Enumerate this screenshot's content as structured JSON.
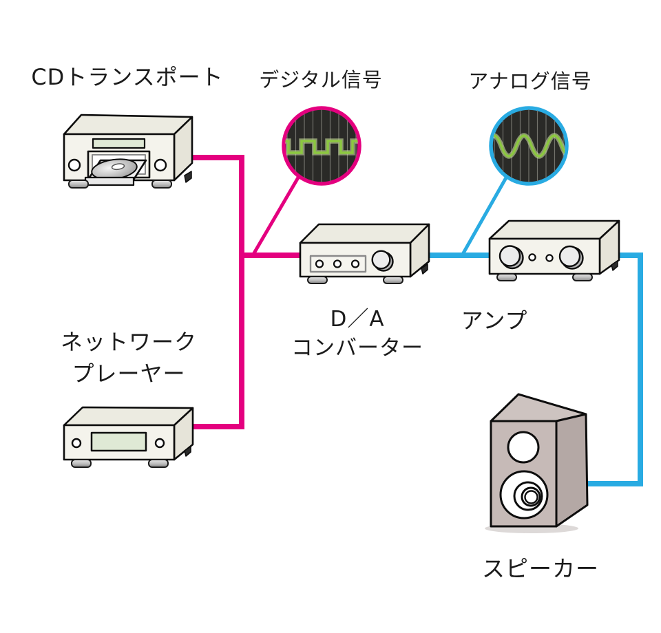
{
  "labels": {
    "cd_transport": "CDトランスポート",
    "digital_signal": "デジタル信号",
    "analog_signal": "アナログ信号",
    "da_converter_line1": "D／A",
    "da_converter_line2": "コンバーター",
    "amplifier": "アンプ",
    "network_player_line1": "ネットワーク",
    "network_player_line2": "プレーヤー",
    "speaker": "スピーカー"
  },
  "waveforms": {
    "digital": "square",
    "analog": "sine"
  },
  "colors": {
    "digital_path": "#e4007f",
    "analog_path": "#29abe2",
    "waveform_green": "#8cc840",
    "scope_background": "#2a2a27",
    "device_body": "#f4f3ec",
    "speaker_body": "#c6bab7"
  }
}
